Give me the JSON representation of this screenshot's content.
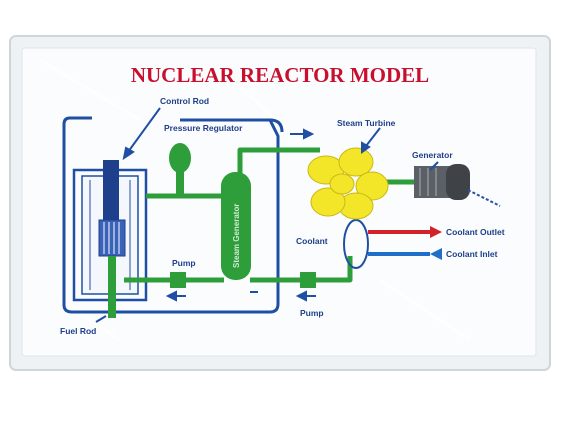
{
  "title": "NUCLEAR REACTOR MODEL",
  "labels": {
    "control_rod": "Control Rod",
    "pressure_regulator": "Pressure Regulator",
    "steam_turbine": "Steam Turbine",
    "generator": "Generator",
    "steam_generator": "Steam Generator",
    "coolant": "Coolant",
    "coolant_outlet": "Coolant Outlet",
    "coolant_inlet": "Coolant Inlet",
    "pump_left": "Pump",
    "pump_right": "Pump",
    "fuel_rod": "Fuel Rod"
  },
  "colors": {
    "title": "#c8102e",
    "frame_blue": "#1f4fa3",
    "pipe_green": "#2e9e3a",
    "turbine_yellow": "#f3e629",
    "hot_red": "#d2232a",
    "cold_blue": "#1f6fc8",
    "generator_gray": "#5b6066",
    "acrylic": "#eef2f4"
  }
}
